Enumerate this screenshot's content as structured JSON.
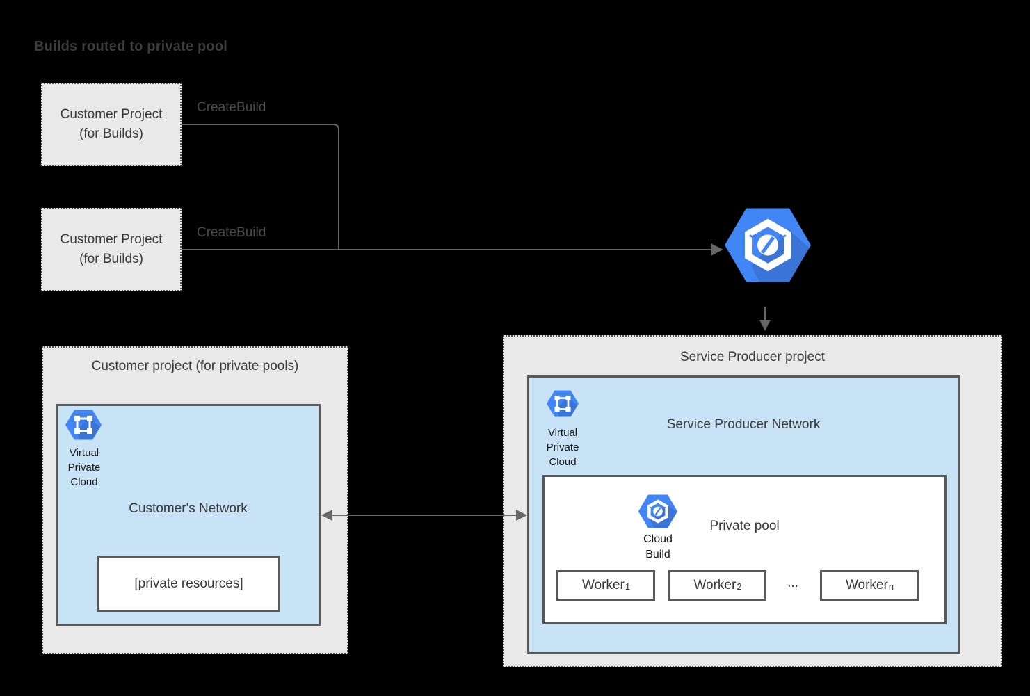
{
  "title": "Builds routed to private pool",
  "customer_projects": [
    {
      "line1": "Customer Project",
      "line2": "(for Builds)"
    },
    {
      "line1": "Customer Project",
      "line2": "(for Builds)"
    }
  ],
  "edges": {
    "create_build_1": "CreateBuild",
    "create_build_2": "CreateBuild"
  },
  "left_project": {
    "title": "Customer project (for private pools)",
    "vpc_label": [
      "Virtual",
      "Private",
      "Cloud"
    ],
    "network_title": "Customer's Network",
    "resources": "[private resources]"
  },
  "right_project": {
    "title": "Service Producer project",
    "vpc_label": [
      "Virtual",
      "Private",
      "Cloud"
    ],
    "network_title": "Service Producer Network",
    "pool": {
      "title": "Private pool",
      "cloud_build_label": [
        "Cloud",
        "Build"
      ],
      "workers": [
        {
          "label": "Worker",
          "sub": "1"
        },
        {
          "label": "Worker",
          "sub": "2"
        },
        {
          "label": "Worker",
          "sub": "n"
        }
      ],
      "ellipsis": "..."
    }
  },
  "colors": {
    "accent_blue": "#4285f4",
    "network_fill": "#c7e3f5",
    "project_fill": "#e9e9e9",
    "box_border": "#595959",
    "connector": "#666666",
    "background": "#000000"
  }
}
